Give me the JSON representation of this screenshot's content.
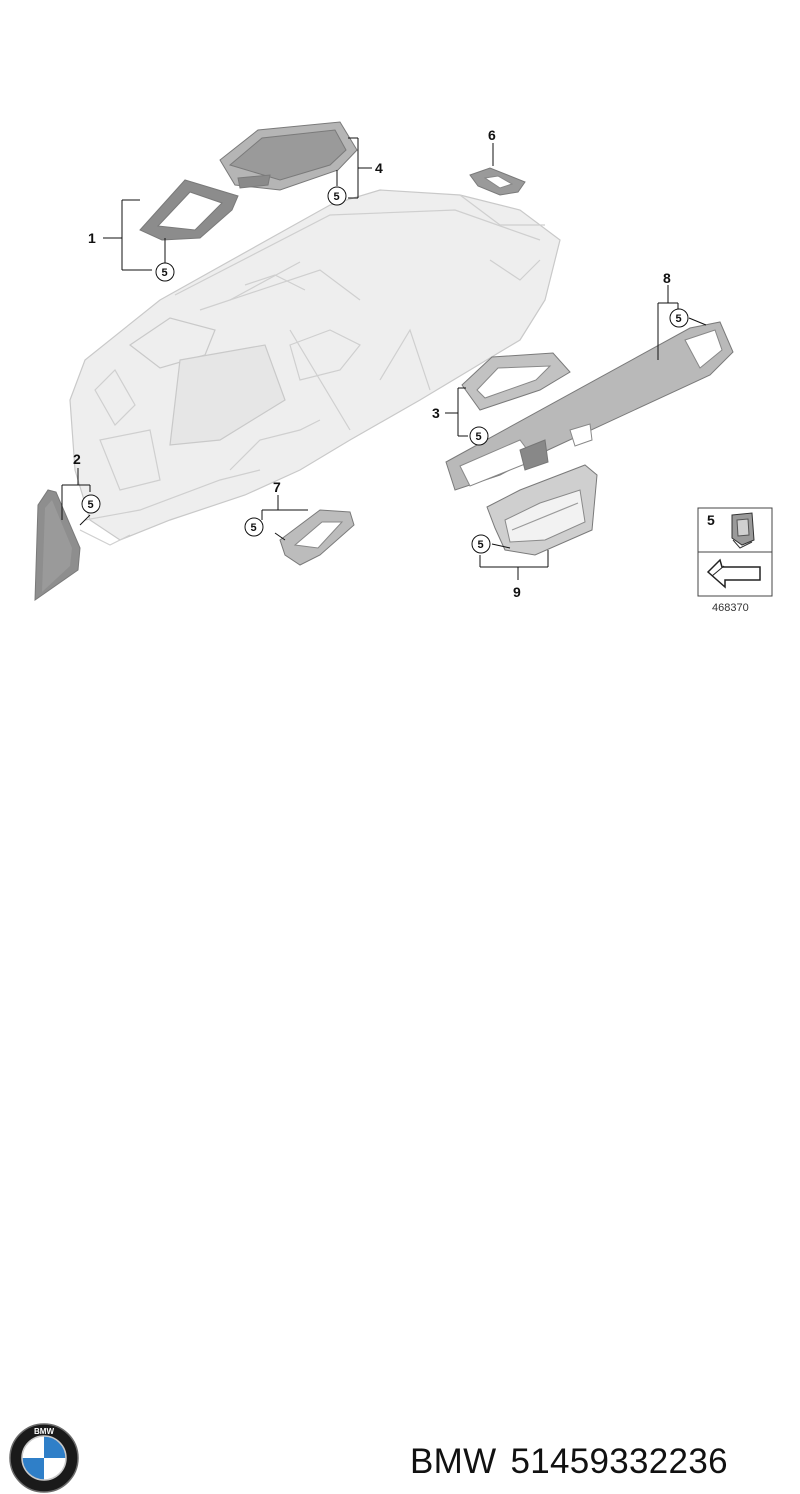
{
  "diagram": {
    "callouts": [
      {
        "id": "1",
        "label": "1"
      },
      {
        "id": "2",
        "label": "2"
      },
      {
        "id": "3",
        "label": "3"
      },
      {
        "id": "4",
        "label": "4"
      },
      {
        "id": "6",
        "label": "6"
      },
      {
        "id": "7",
        "label": "7"
      },
      {
        "id": "8",
        "label": "8"
      },
      {
        "id": "9",
        "label": "9"
      }
    ],
    "clip_ref": "5",
    "legend": {
      "item_number": "5",
      "doc_number": "468370"
    }
  },
  "footer": {
    "brand": "BMW",
    "part_number": "51459332236",
    "logo_letters": "BMW"
  },
  "colors": {
    "ghost": "#eeeeee",
    "part": "#a9a9a9",
    "logo_blue": "#2f7fc8",
    "logo_ring": "#1a1a1a"
  }
}
